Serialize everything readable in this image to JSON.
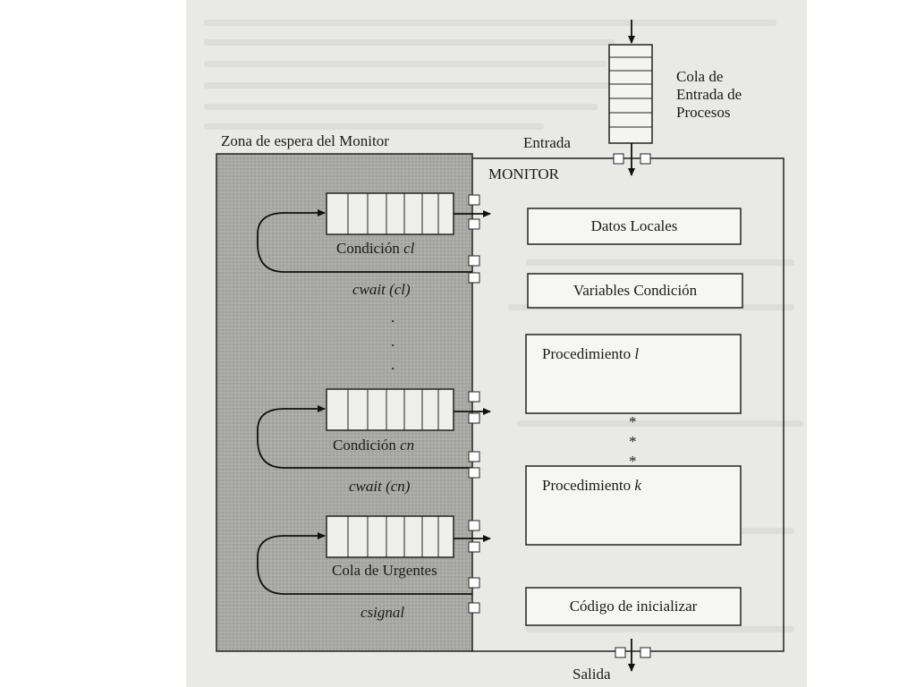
{
  "queue_label": [
    "Cola de",
    "Entrada de",
    "Procesos"
  ],
  "entrada_label": "Entrada",
  "zona_label": "Zona de espera del Monitor",
  "monitor_label": "MONITOR",
  "boxes": {
    "datos": "Datos Locales",
    "variables": "Variables Condición",
    "proc_1": "Procedimiento",
    "proc_1_var": "l",
    "proc_k": "Procedimiento",
    "proc_k_var": "k",
    "init": "Código de inicializar"
  },
  "cond1": {
    "name": "Condición",
    "var": "cl",
    "wait": "cwait (cl)"
  },
  "condn": {
    "name": "Condición",
    "var": "cn",
    "wait": "cwait (cn)"
  },
  "urgent": {
    "name": "Cola de Urgentes",
    "signal": "csignal"
  },
  "dots": ".",
  "stars": "*",
  "salida_label": "Salida"
}
